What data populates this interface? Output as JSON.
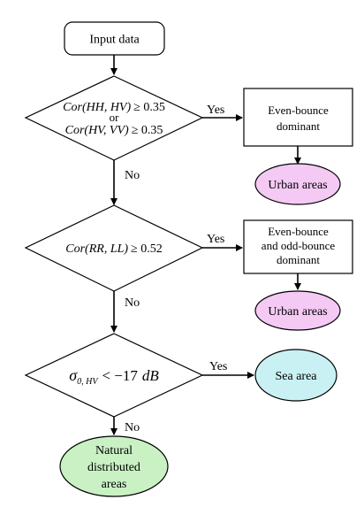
{
  "diagram": {
    "start": {
      "label": "Input data"
    },
    "decisions": [
      {
        "id": "d1",
        "lines": [
          {
            "pre": "Cor",
            "args": "(HH, HV)",
            "rel": "≥ 0.35"
          },
          {
            "pre": "",
            "args": "or",
            "rel": ""
          },
          {
            "pre": "Cor",
            "args": "(HV, VV)",
            "rel": "≥ 0.35"
          }
        ]
      },
      {
        "id": "d2",
        "lines": [
          {
            "pre": "Cor",
            "args": "(RR, LL)",
            "rel": "≥ 0.52"
          }
        ]
      },
      {
        "id": "d3",
        "sigma": "σ",
        "subscript": "0, HV",
        "rel": "< −17",
        "unit": "dB"
      }
    ],
    "processes": [
      {
        "id": "p1",
        "lines": [
          "Even-bounce",
          "dominant"
        ]
      },
      {
        "id": "p2",
        "lines": [
          "Even-bounce",
          "and odd-bounce",
          "dominant"
        ]
      }
    ],
    "terminals": [
      {
        "id": "t1",
        "lines": [
          "Urban areas"
        ],
        "fill": "#f4c9f4"
      },
      {
        "id": "t2",
        "lines": [
          "Urban areas"
        ],
        "fill": "#f4c9f4"
      },
      {
        "id": "t3",
        "lines": [
          "Sea area"
        ],
        "fill": "#c9f1f4"
      },
      {
        "id": "t4",
        "lines": [
          "Natural",
          "distributed",
          "areas"
        ],
        "fill": "#c9f1c4"
      }
    ],
    "edge_labels": {
      "yes": "Yes",
      "no": "No"
    }
  }
}
